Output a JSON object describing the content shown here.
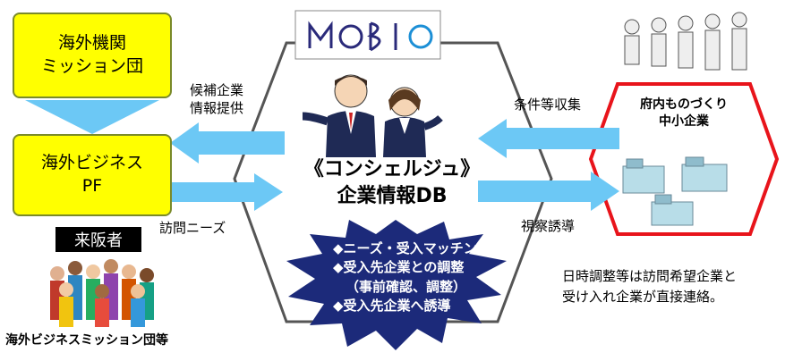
{
  "boxes": {
    "overseas_org": [
      "海外機関",
      "ミッション団"
    ],
    "overseas_pf": [
      "海外ビジネス",
      "PF"
    ]
  },
  "labels": {
    "candidate_info": [
      "候補企業",
      "情報提供"
    ],
    "visit_needs": "訪問ニーズ",
    "condition_collect": "条件等収集",
    "inspection_guide": "視察誘導"
  },
  "center": {
    "logo_text": "MOBIO",
    "title": "《コンシェルジュ》",
    "subtitle": "企業情報DB"
  },
  "target": {
    "title": [
      "府内ものづくり",
      "中小企業"
    ]
  },
  "visitors": {
    "label": "来阪者",
    "caption": "海外ビジネスミッション団等"
  },
  "burst": {
    "items": [
      "◆ニーズ・受入マッチング",
      "◆受入先企業との調整",
      "（事前確認、調整）",
      "◆受入先企業へ誘導"
    ]
  },
  "note": [
    "日時調整等は訪問希望企業と",
    "受け入れ企業が直接連絡。"
  ],
  "colors": {
    "box_fill": "#ffff00",
    "arrow": "#6cc8f5",
    "hexagon_border": "#e8141b",
    "burst_fill": "#1c2a7a"
  }
}
